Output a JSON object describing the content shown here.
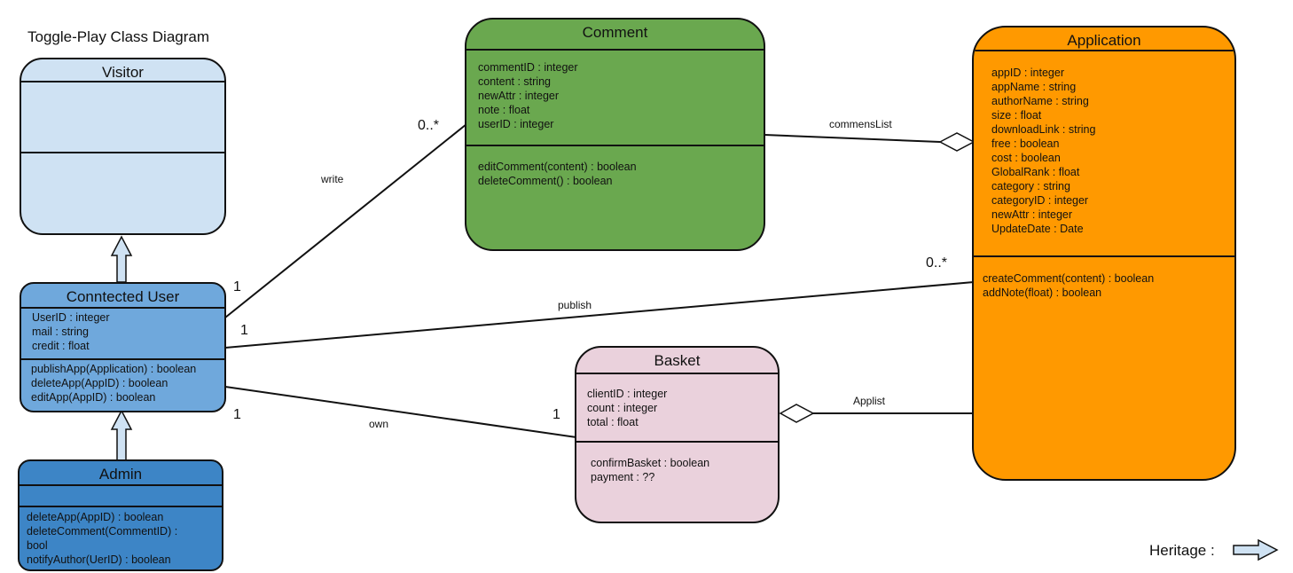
{
  "diagram": {
    "title": "Toggle-Play Class Diagram",
    "colors": {
      "visitor": "#cfe2f3",
      "connected_user": "#6fa8dc",
      "admin": "#3d85c6",
      "comment": "#6aa84f",
      "application": "#ff9900",
      "basket": "#ead1dc",
      "line": "#111111"
    },
    "classes": {
      "visitor": {
        "name": "Visitor",
        "attributes": [],
        "methods": []
      },
      "connected_user": {
        "name": "Conntected User",
        "attributes": [
          "UserID : integer",
          "mail : string",
          "credit : float"
        ],
        "methods": [
          "publishApp(Application) : boolean",
          "deleteApp(AppID) : boolean",
          "editApp(AppID) : boolean"
        ]
      },
      "admin": {
        "name": "Admin",
        "attributes": [],
        "methods": [
          "deleteApp(AppID) : boolean",
          "deleteComment(CommentID) :",
          "bool",
          "notifyAuthor(UerID) : boolean"
        ]
      },
      "comment": {
        "name": "Comment",
        "attributes": [
          "commentID : integer",
          "content : string",
          "newAttr : integer",
          "note : float",
          "userID : integer"
        ],
        "methods": [
          "editComment(content) : boolean",
          "deleteComment() : boolean"
        ]
      },
      "application": {
        "name": "Application",
        "attributes": [
          "appID : integer",
          "appName : string",
          "authorName : string",
          "size : float",
          "downloadLink : string",
          "free : boolean",
          "cost : boolean",
          "GlobalRank : float",
          "category : string",
          "categoryID : integer",
          "newAttr : integer",
          "UpdateDate : Date"
        ],
        "methods": [
          "createComment(content) : boolean",
          "addNote(float) : boolean"
        ]
      },
      "basket": {
        "name": "Basket",
        "attributes": [
          "clientID : integer",
          "count : integer",
          "total : float"
        ],
        "methods": [
          "confirmBasket : boolean",
          "payment : ??"
        ]
      }
    },
    "associations": {
      "write": {
        "label": "write",
        "mult_user": "1",
        "mult_comment": "0..*"
      },
      "comments_list": {
        "label": "commensList"
      },
      "publish": {
        "label": "publish",
        "mult_user": "1",
        "mult_application": "0..*"
      },
      "own": {
        "label": "own",
        "mult_user": "1",
        "mult_basket": "1"
      },
      "applist": {
        "label": "Applist"
      }
    },
    "legend": {
      "label": "Heritage :"
    }
  }
}
